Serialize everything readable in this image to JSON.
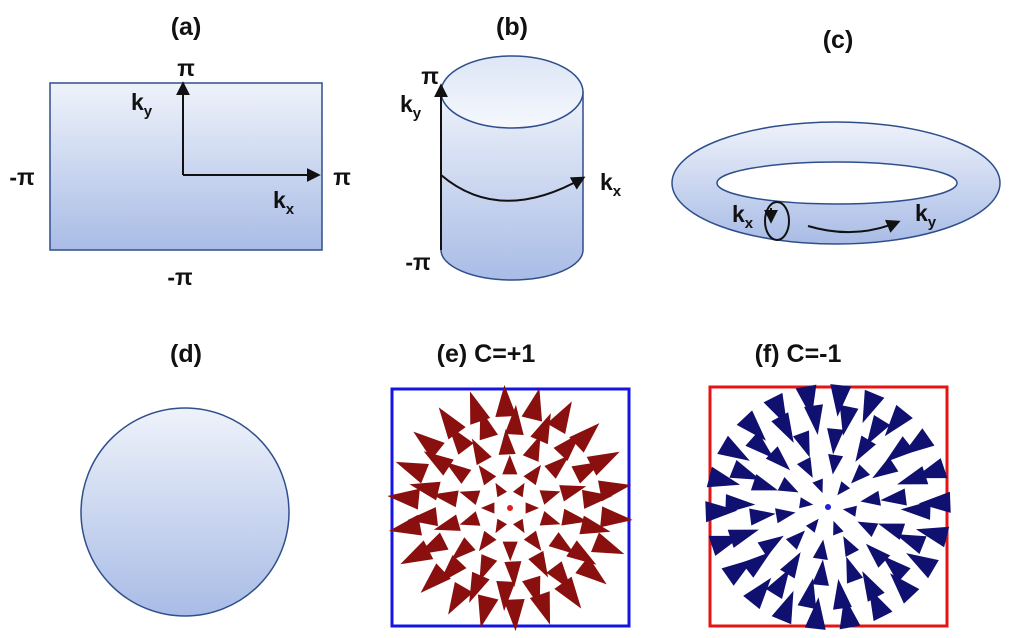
{
  "panels": {
    "a": {
      "label": "(a)",
      "ky_top": "π",
      "kx_right": "π",
      "x_left": "-π",
      "y_bottom": "-π",
      "kx": "k",
      "kx_sub": "x",
      "ky": "k",
      "ky_sub": "y"
    },
    "b": {
      "label": "(b)",
      "ky_top": "π",
      "ky_bottom": "-π",
      "kx": "k",
      "kx_sub": "x",
      "ky": "k",
      "ky_sub": "y"
    },
    "c": {
      "label": "(c)",
      "kx": "k",
      "kx_sub": "x",
      "ky": "k",
      "ky_sub": "y"
    },
    "d": {
      "label": "(d)"
    },
    "e": {
      "label": "(e) C=+1",
      "frame_color": "#1414e6",
      "arrow_color": "#8a1010",
      "direction": "outward"
    },
    "f": {
      "label": "(f) C=-1",
      "frame_color": "#e61414",
      "arrow_color": "#101070",
      "direction": "inward"
    }
  },
  "colors": {
    "surface_top": "#eef2fa",
    "surface_bottom": "#a9bce6",
    "outline": "#2f4f8c"
  }
}
